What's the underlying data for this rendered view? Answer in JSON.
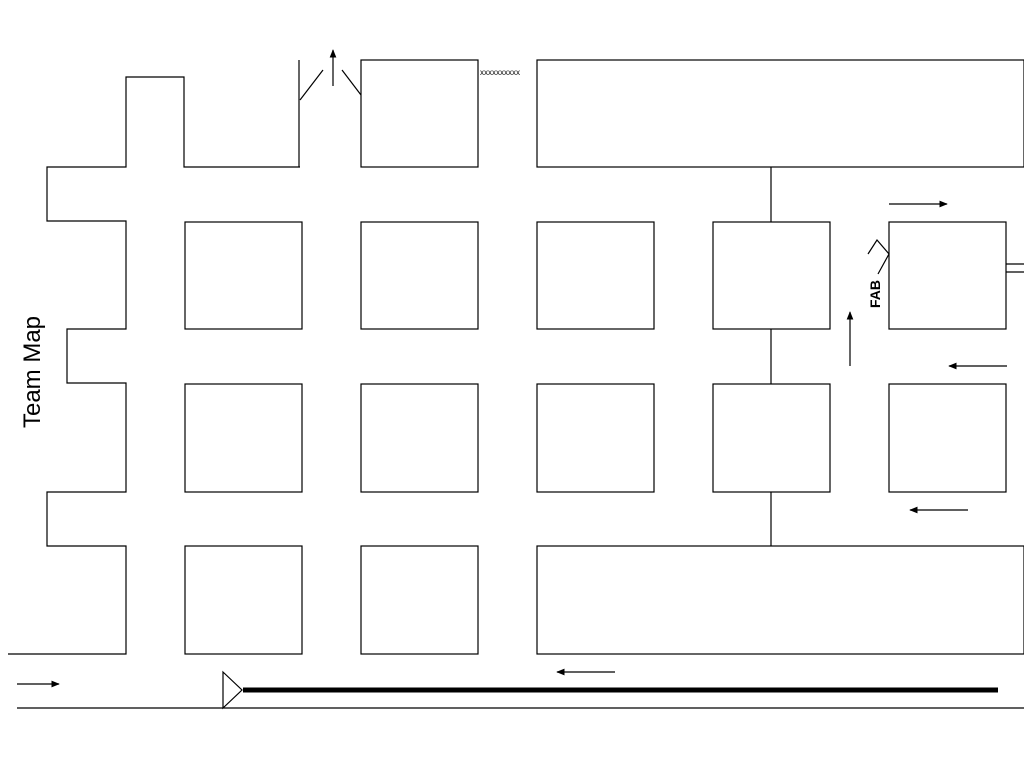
{
  "map": {
    "title": "Team Map",
    "fab_label": "FAB",
    "fence_marks": "xxxxxxxxxx"
  },
  "colors": {
    "line": "#000000",
    "background": "#ffffff"
  }
}
